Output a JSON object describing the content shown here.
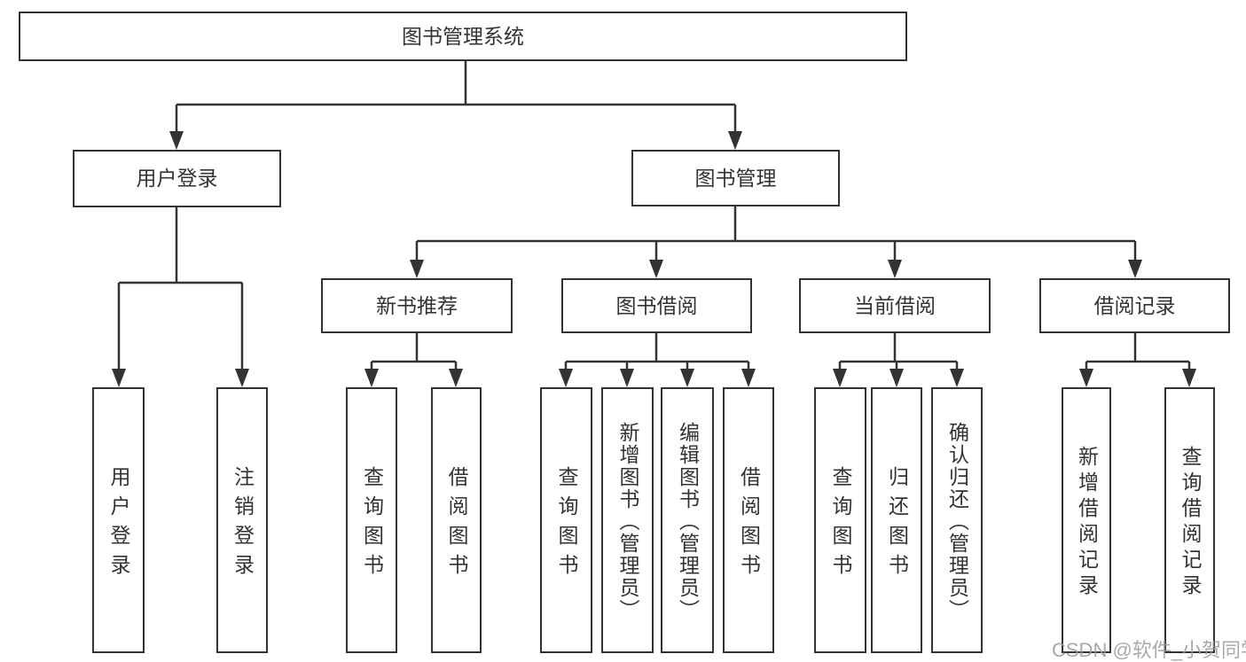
{
  "diagram": {
    "root_label": "图书管理系统",
    "branches": [
      {
        "label": "用户登录",
        "children": [
          {
            "label": "用户登录"
          },
          {
            "label": "注销登录"
          }
        ]
      },
      {
        "label": "图书管理",
        "sections": [
          {
            "label": "新书推荐",
            "children": [
              {
                "label": "查询图书"
              },
              {
                "label": "借阅图书"
              }
            ]
          },
          {
            "label": "图书借阅",
            "children": [
              {
                "label": "查询图书"
              },
              {
                "label": "新增图书（管理员）"
              },
              {
                "label": "编辑图书（管理员）"
              },
              {
                "label": "借阅图书"
              }
            ]
          },
          {
            "label": "当前借阅",
            "children": [
              {
                "label": "查询图书"
              },
              {
                "label": "归还图书"
              },
              {
                "label": "确认归还（管理员）"
              }
            ]
          },
          {
            "label": "借阅记录",
            "children": [
              {
                "label": "新增借阅记录"
              },
              {
                "label": "查询借阅记录"
              }
            ]
          }
        ]
      }
    ]
  },
  "watermark": {
    "text": "CSDN @软件_小贺同学"
  },
  "colors": {
    "line": "#333333",
    "text": "#333333",
    "box_background": "#ffffff",
    "watermark": "#9b9b9b",
    "background": "#ffffff"
  }
}
